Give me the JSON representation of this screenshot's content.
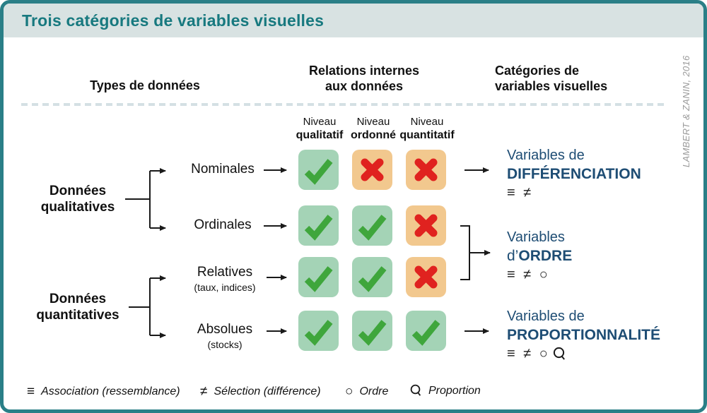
{
  "title": "Trois catégories de variables visuelles",
  "credit": "LAMBERT & ZANIN, 2016",
  "headers": {
    "types": "Types de données",
    "relations_l1": "Relations internes",
    "relations_l2": "aux données",
    "categories_l1": "Catégories de",
    "categories_l2": "variables visuelles"
  },
  "levels": [
    {
      "label": "Niveau",
      "emphasis": "qualitatif"
    },
    {
      "label": "Niveau",
      "emphasis": "ordonné"
    },
    {
      "label": "Niveau",
      "emphasis": "quantitatif"
    }
  ],
  "groups": [
    {
      "l1": "Données",
      "l2": "qualitatives"
    },
    {
      "l1": "Données",
      "l2": "quantitatives"
    }
  ],
  "types": [
    {
      "name": "Nominales",
      "note": ""
    },
    {
      "name": "Ordinales",
      "note": ""
    },
    {
      "name": "Relatives",
      "note": "(taux, indices)"
    },
    {
      "name": "Absolues",
      "note": "(stocks)"
    }
  ],
  "matrix": {
    "r0c0": "check",
    "r0c1": "cross",
    "r0c2": "cross",
    "r1c0": "check",
    "r1c1": "check",
    "r1c2": "cross",
    "r2c0": "check",
    "r2c1": "check",
    "r2c2": "cross",
    "r3c0": "check",
    "r3c1": "check",
    "r3c2": "check"
  },
  "categories": [
    {
      "l1": "Variables de",
      "prefix": "",
      "emphasis": "DIFFÉRENCIATION",
      "symbols": "≡ ≠"
    },
    {
      "l1": "Variables",
      "prefix": "d’",
      "emphasis": "ORDRE",
      "symbols": "≡ ≠ ○"
    },
    {
      "l1": "Variables de",
      "prefix": "",
      "emphasis": "PROPORTIONNALITÉ",
      "symbols": "≡ ≠ ○"
    }
  ],
  "legend": [
    {
      "symbol": "≡",
      "label": "Association (ressemblance)"
    },
    {
      "symbol": "≠",
      "label": "Sélection (différence)"
    },
    {
      "symbol": "○",
      "label": "Ordre"
    },
    {
      "symbol": "",
      "icon": "proportion-icon",
      "label": "Proportion"
    }
  ],
  "colors": {
    "frame": "#2a7f87",
    "titlebar_bg": "#d8e2e2",
    "title_text": "#17797f",
    "check_bg": "#a4d3b6",
    "check_mark": "#3fa63c",
    "cross_bg": "#f2c88e",
    "cross_mark": "#e0221f",
    "category_text": "#1e4d74",
    "dash": "#d4e0e4",
    "credit_text": "#9b9b9b"
  }
}
